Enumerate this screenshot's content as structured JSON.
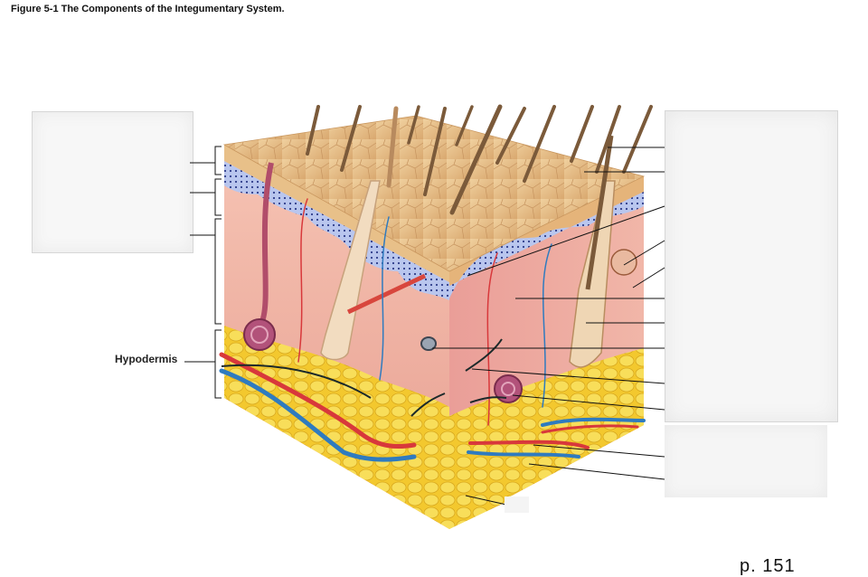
{
  "figure": {
    "title": "Figure 5-1 The Components of the Integumentary System."
  },
  "labels": {
    "hypodermis": "Hypodermis"
  },
  "footer": {
    "page_number": "p. 151"
  },
  "colors": {
    "epidermis_surface": "#e9c08a",
    "dermis": "#f2b4a4",
    "fat": "#f5d23a",
    "artery": "#d8383b",
    "vein": "#2f7bbf",
    "basal_layer": "#6f8fd0"
  }
}
